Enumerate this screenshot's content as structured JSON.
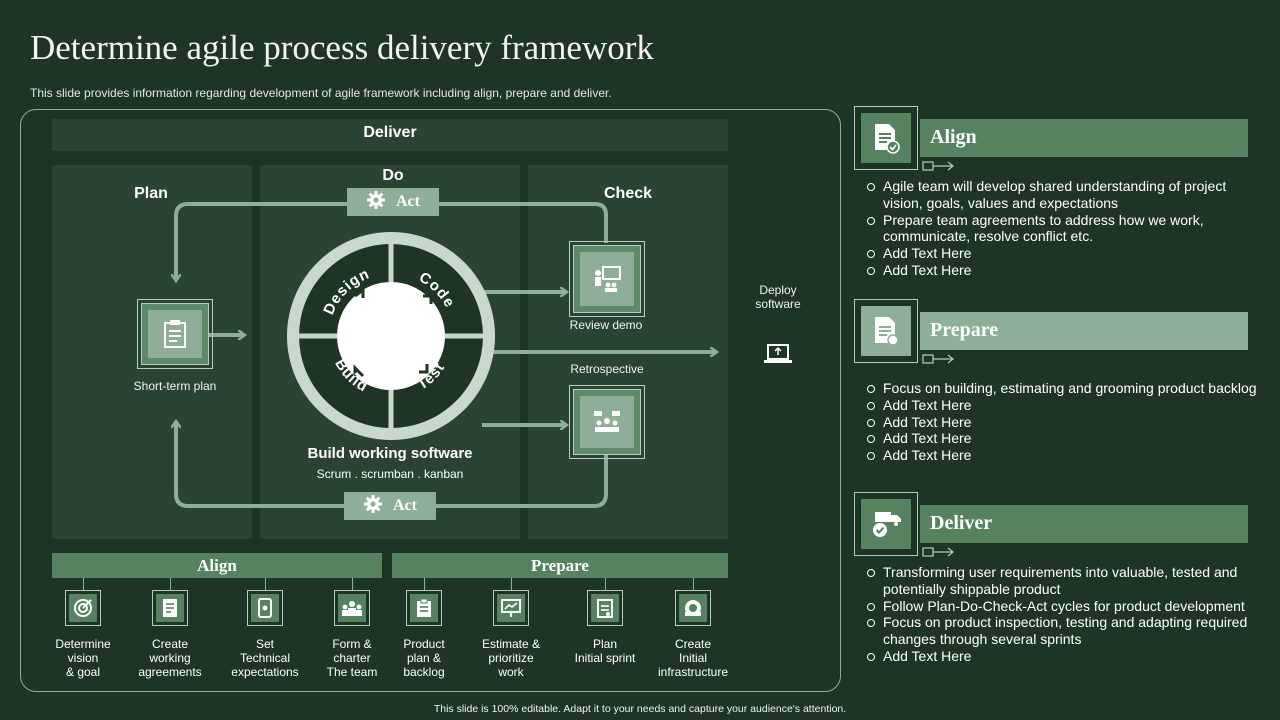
{
  "title": "Determine agile process delivery framework",
  "subtitle": "This slide provides information regarding development of agile framework including align, prepare and deliver.",
  "footer": "This slide is 100% editable. Adapt it to your needs and capture your audience's attention.",
  "diagram": {
    "deliver_label": "Deliver",
    "plan_label": "Plan",
    "do_label": "Do",
    "check_label": "Check",
    "act_top_label": "Act",
    "act_bottom_label": "Act",
    "short_term_plan": "Short-term plan",
    "review_demo": "Review  demo",
    "retrospective": "Retrospective",
    "deploy_software": "Deploy\nsoftware",
    "build_title": "Build working software",
    "build_methods": "Scrum . scrumban . kanban",
    "cycle_segments": [
      "Design",
      "Code",
      "Test",
      "Build"
    ]
  },
  "align_bar_label": "Align",
  "prepare_bar_label": "Prepare",
  "steps": [
    {
      "label": "Determine\nvision\n& goal",
      "icon": "target-icon"
    },
    {
      "label": "Create\nworking\nagreements",
      "icon": "document-icon"
    },
    {
      "label": "Set\nTechnical\nexpectations",
      "icon": "mobile-icon"
    },
    {
      "label": "Form &\ncharter\nThe team",
      "icon": "team-icon"
    },
    {
      "label": "Product\nplan &\nbacklog",
      "icon": "clipboard-icon"
    },
    {
      "label": "Estimate &\nprioritize\nwork",
      "icon": "presentation-icon"
    },
    {
      "label": "Plan\nInitial sprint",
      "icon": "checklist-icon"
    },
    {
      "label": "Create\nInitial\ninfrastructure",
      "icon": "gear-globe-icon"
    }
  ],
  "right_panel": [
    {
      "title": "Align",
      "icon": "document-check-icon",
      "items": [
        "Agile team will  develop shared understanding of project vision, goals, values and expectations",
        "Prepare team agreements to address how we work, communicate, resolve conflict etc.",
        "Add Text Here",
        "Add Text Here"
      ]
    },
    {
      "title": "Prepare",
      "icon": "form-check-icon",
      "items": [
        "Focus on building, estimating and grooming product backlog",
        "Add Text Here",
        "Add Text Here",
        "Add Text Here",
        "Add Text Here"
      ]
    },
    {
      "title": "Deliver",
      "icon": "delivery-truck-icon",
      "items": [
        "Transforming user requirements into valuable, tested and potentially shippable product",
        "Follow Plan-Do-Check-Act cycles for product development",
        "Focus on product inspection, testing and adapting required changes through several sprints",
        "Add Text Here"
      ]
    }
  ],
  "colors": {
    "background": "#1e3526",
    "panel": "#2a4333",
    "accent": "#578260",
    "light_accent": "#8fae98",
    "ring": "#c9d8cd"
  }
}
